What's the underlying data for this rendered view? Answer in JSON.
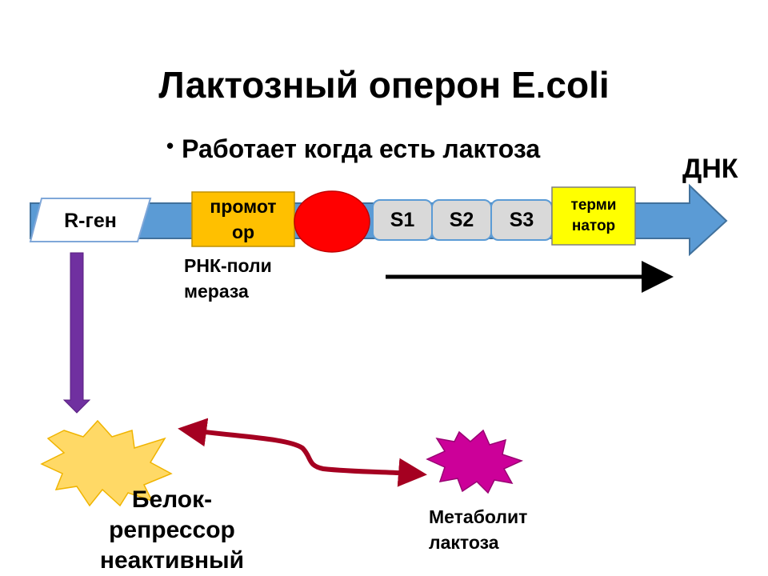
{
  "title": "Лактозный оперон E.coli",
  "subtitle": "Работает когда есть лактоза",
  "dna_label": "ДНК",
  "genes": {
    "r_gene": "R-ген",
    "promoter_line1": "промот",
    "promoter_line2": "ор",
    "s1": "S1",
    "s2": "S2",
    "s3": "S3",
    "terminator_line1": "терми",
    "terminator_line2": "натор"
  },
  "polymerase_line1": "РНК-поли",
  "polymerase_line2": "мераза",
  "repressor_line1": "Белок-",
  "repressor_line2": "репрессор",
  "repressor_line3": "неактивный",
  "metabolite_line1": "Метаболит",
  "metabolite_line2": "лактоза",
  "colors": {
    "dna_arrow": "#5b9bd5",
    "dna_arrow_border": "#41719c",
    "promoter": "#ffc000",
    "polymerase": "#ff0000",
    "terminator": "#ffff00",
    "gene_box": "#d9d9d9",
    "down_arrow": "#7030a0",
    "repressor": "#ffd966",
    "metabolite": "#cc0099",
    "double_arrow": "#a50021"
  }
}
